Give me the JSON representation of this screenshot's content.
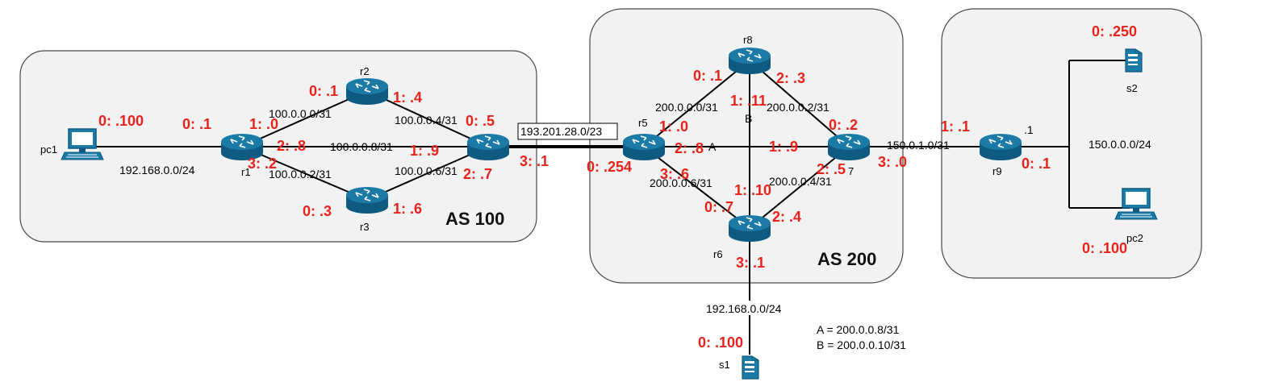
{
  "regions": {
    "as100": "AS 100",
    "as200": "AS 200"
  },
  "nodes": {
    "pc1": "pc1",
    "r1": "r1",
    "r2": "r2",
    "r3": "r3",
    "r5": "r5",
    "r6": "r6",
    "r7": "7",
    "r8": "r8",
    "r9": "r9",
    "s1": "s1",
    "s2": "s2",
    "pc2": "pc2"
  },
  "subnets": {
    "lan1": "192.168.0.0/24",
    "r1_r2": "100.0.0.0/31",
    "r1_r4": "100.0.0.8/31",
    "r1_r3": "100.0.0.2/31",
    "r2_r4": "100.0.0.4/31",
    "r3_r4": "100.0.0.6/31",
    "inter_as": "193.201.28.0/23",
    "r5_r8": "200.0.0.0/31",
    "r8_r7": "200.0.0.2/31",
    "r5_r6": "200.0.0.6/31",
    "r6_r7": "200.0.0.4/31",
    "r7_r9": "150.0.1.0/31",
    "lan2": "150.0.0.0/24",
    "lan_s1": "192.168.0.0/24",
    "link_a": "A",
    "link_b": "B",
    "r9_dot": ".1"
  },
  "legend": {
    "a": "A = 200.0.0.8/31",
    "b": "B = 200.0.0.10/31"
  },
  "interfaces": {
    "pc1_0": "0: .100",
    "r1_0": "0: .1",
    "r1_1": "1: .0",
    "r1_2": "2: .8",
    "r1_3": "3: .2",
    "r2_0": "0: .1",
    "r2_1": "1: .4",
    "r3_0": "0: .3",
    "r3_1": "1: .6",
    "r4_0": "0: .5",
    "r4_1": "1: .9",
    "r4_2": "2: .7",
    "r4_3": "3: .1",
    "r5_0": "0: .254",
    "r5_1": "1: .0",
    "r5_2": "2: .8",
    "r5_3": "3: .6",
    "r8_0": "0: .1",
    "r8_1": "1: .11",
    "r8_2": "2: .3",
    "r6_0": "0: .7",
    "r6_1": "1: .10",
    "r6_2": "2: .4",
    "r6_3": "3: .1",
    "r7_0": "0: .2",
    "r7_1": "1: .9",
    "r7_2": "2: .5",
    "r7_3": "3: .0",
    "r9_1": "1: .1",
    "r9_0": "0: .1",
    "s2_0": "0: .250",
    "pc2_0": "0: .100",
    "s1_0": "0: .100"
  }
}
